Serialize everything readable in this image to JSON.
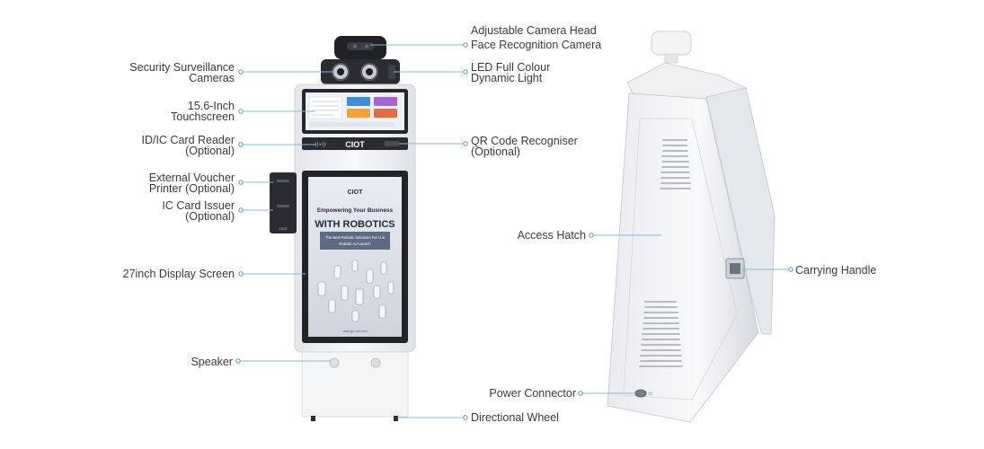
{
  "labels": {
    "adjustable_camera_head": "Adjustable Camera Head",
    "face_recognition_camera": "Face Recognition Camera",
    "security_cameras_1": "Security Surveillance",
    "security_cameras_2": "Cameras",
    "led_light_1": "LED Full Colour",
    "led_light_2": "Dynamic Light",
    "touchscreen_1": "15.6-Inch",
    "touchscreen_2": "Touchscreen",
    "card_reader_1": "ID/IC Card Reader",
    "card_reader_2": "(Optional)",
    "qr_recogniser_1": "QR Code Recogniser",
    "qr_recogniser_2": "(Optional)",
    "voucher_printer_1": "External Voucher",
    "voucher_printer_2": "Printer (Optional)",
    "card_issuer_1": "IC Card Issuer",
    "card_issuer_2": "(Optional)",
    "display_screen": "27inch Display Screen",
    "speaker": "Speaker",
    "directional_wheel": "Directional Wheel",
    "access_hatch": "Access Hatch",
    "carrying_handle": "Carrying Handle",
    "power_connector": "Power Connector"
  },
  "device": {
    "brand": "CIOT",
    "printer_brand": "CIOT",
    "poster_headline_1": "Empowering Your Business",
    "poster_headline_2": "WITH ROBOTICS",
    "poster_sub_1": "The Best Robotic Solutions For U &",
    "poster_sub_2": "Robotic Ad Launch",
    "poster_footer": "www.gz-ciot.com"
  },
  "colors": {
    "callout_line": "#8ab9d8",
    "callout_dot": "#4a97c9",
    "kiosk_body": "#f2f3f5",
    "screen_bezel": "#222428",
    "poster_bg": "#dfe3ea",
    "poster_text": "#1d2a3e"
  }
}
